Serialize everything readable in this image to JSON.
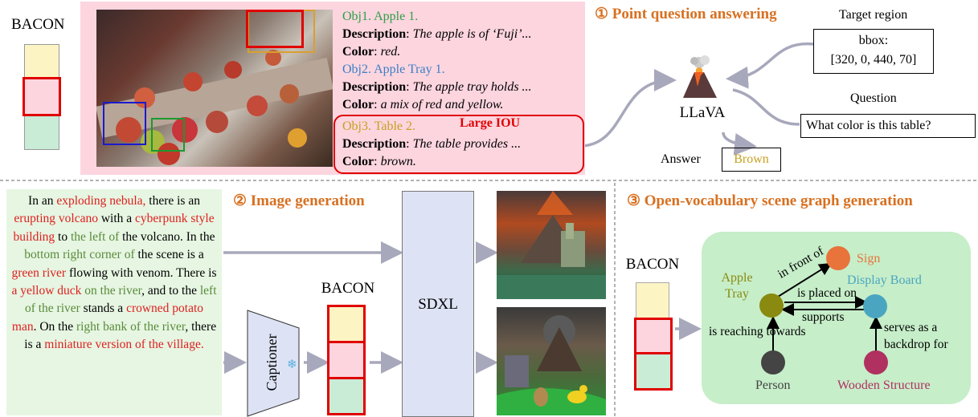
{
  "top": {
    "bacon_label": "BACON",
    "objects": [
      {
        "title": "Obj1. Apple 1.",
        "color": "#2e9e46",
        "desc_key": "Description",
        "desc": "The apple is of ‘Fuji’...",
        "color_key": "Color",
        "color_val": "red."
      },
      {
        "title": "Obj2. Apple Tray 1.",
        "color": "#3b7fc4",
        "desc_key": "Description",
        "desc": "The apple tray holds ...",
        "color_key": "Color",
        "color_val": "a mix of red and yellow."
      },
      {
        "title": "Obj3. Table 2.",
        "color": "#c8a020",
        "desc_key": "Description",
        "desc": "The table provides ...",
        "color_key": "Color",
        "color_val": "brown."
      }
    ],
    "large_iou": "Large IOU",
    "pqa_title": "① Point question answering",
    "target_region": "Target region",
    "bbox_line1": "bbox:",
    "bbox_line2": "[320, 0, 440, 70]",
    "question_label": "Question",
    "question_text": "What color is this table?",
    "llava": "LLaVA",
    "answer_label": "Answer",
    "answer_text": "Brown"
  },
  "bottom_left": {
    "title": "② Image generation",
    "captioner": "Captioner",
    "bacon_label": "BACON",
    "sdxl": "SDXL",
    "caption": [
      {
        "t": "In an "
      },
      {
        "t": "exploding nebula,",
        "c": "red"
      },
      {
        "t": " there is an "
      },
      {
        "t": "erupting volcano",
        "c": "red"
      },
      {
        "t": " with a "
      },
      {
        "t": "cyberpunk style building",
        "c": "red"
      },
      {
        "t": " to "
      },
      {
        "t": "the left of",
        "c": "grn"
      },
      {
        "t": " the volcano. In the "
      },
      {
        "t": "bottom right corner of",
        "c": "grn"
      },
      {
        "t": " the scene is a "
      },
      {
        "t": "green river",
        "c": "red"
      },
      {
        "t": " flowing with venom. There is "
      },
      {
        "t": "a yellow duck",
        "c": "red"
      },
      {
        "t": " "
      },
      {
        "t": "on the river",
        "c": "grn"
      },
      {
        "t": ", and to the "
      },
      {
        "t": "left of the river",
        "c": "grn"
      },
      {
        "t": " stands a "
      },
      {
        "t": "crowned potato man",
        "c": "red"
      },
      {
        "t": ". On the "
      },
      {
        "t": "right bank of the river",
        "c": "grn"
      },
      {
        "t": ", there is a "
      },
      {
        "t": "miniature version of the village.",
        "c": "red"
      }
    ]
  },
  "bottom_right": {
    "title": "③ Open-vocabulary scene graph generation",
    "bacon_label": "BACON",
    "nodes": {
      "sign": "Sign",
      "display_board": "Display Board",
      "apple_tray_1": "Apple",
      "apple_tray_2": "Tray",
      "person": "Person",
      "wooden_structure": "Wooden Structure"
    },
    "edges": {
      "in_front_of": "in front of",
      "is_placed_on": "is placed on",
      "supports": "supports",
      "is_reaching_towards": "is reaching towards",
      "serves_as_1": "serves as a",
      "serves_as_2": "backdrop for"
    },
    "colors": {
      "sign": "#e8743b",
      "display_board": "#4aa6c0",
      "apple_tray": "#8a8a10",
      "person": "#444444",
      "wooden_structure": "#b03060"
    }
  }
}
